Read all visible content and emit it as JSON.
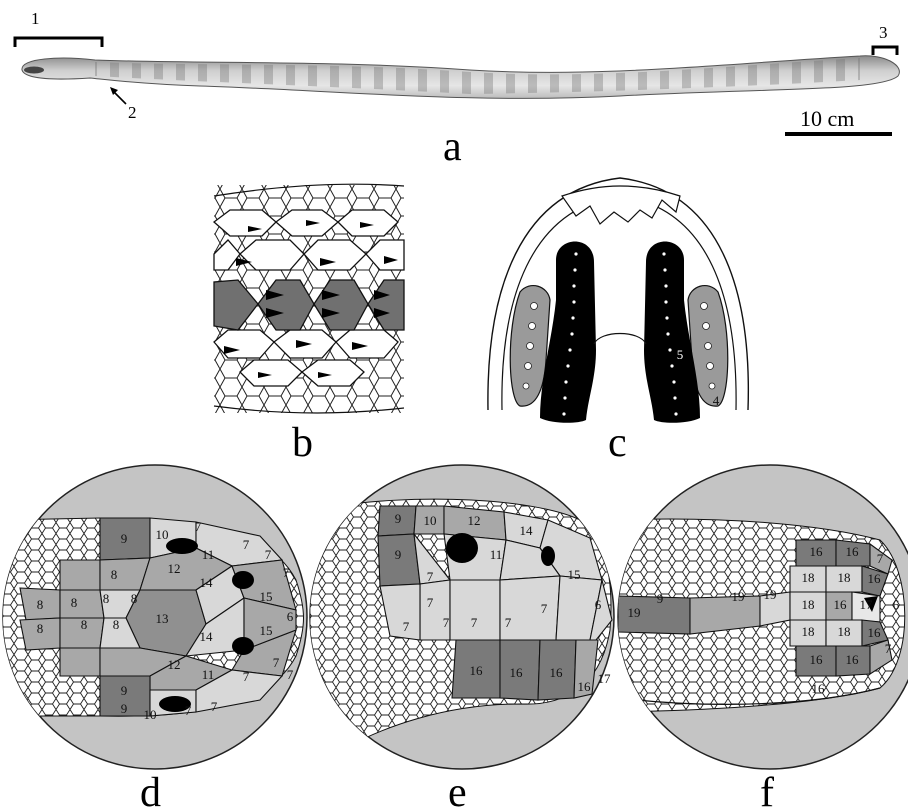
{
  "panels": {
    "a": "a",
    "b": "b",
    "c": "c",
    "d": "d",
    "e": "e",
    "f": "f"
  },
  "panel_a": {
    "callouts": [
      "1",
      "2",
      "3"
    ],
    "scale_label": "10 cm"
  },
  "panel_c": {
    "labels": [
      "5",
      "4"
    ]
  },
  "panel_d": {
    "scale_numbers": [
      "9",
      "10",
      "7",
      "7",
      "11",
      "7",
      "7",
      "12",
      "8",
      "8",
      "8",
      "8",
      "8",
      "8",
      "8",
      "13",
      "14",
      "15",
      "14",
      "15",
      "6",
      "8",
      "12",
      "9",
      "9",
      "10",
      "11",
      "7",
      "7",
      "7",
      "7",
      "7"
    ]
  },
  "panel_e": {
    "scale_numbers": [
      "9",
      "10",
      "12",
      "14",
      "9",
      "11",
      "15",
      "7",
      "7",
      "7",
      "7",
      "7",
      "7",
      "7",
      "6",
      "16",
      "16",
      "16",
      "16",
      "17"
    ]
  },
  "panel_f": {
    "scale_numbers": [
      "16",
      "16",
      "7",
      "18",
      "18",
      "16",
      "6",
      "19",
      "9",
      "19",
      "19",
      "18",
      "16",
      "17",
      "18",
      "18",
      "16",
      "7",
      "16",
      "16",
      "16"
    ]
  },
  "colors": {
    "bg_circle": "#c4c4c4",
    "dark_scale": "#7a7a7a",
    "mid_scale": "#a8a8a8",
    "light_scale": "#d8d8d8",
    "black": "#000000"
  }
}
